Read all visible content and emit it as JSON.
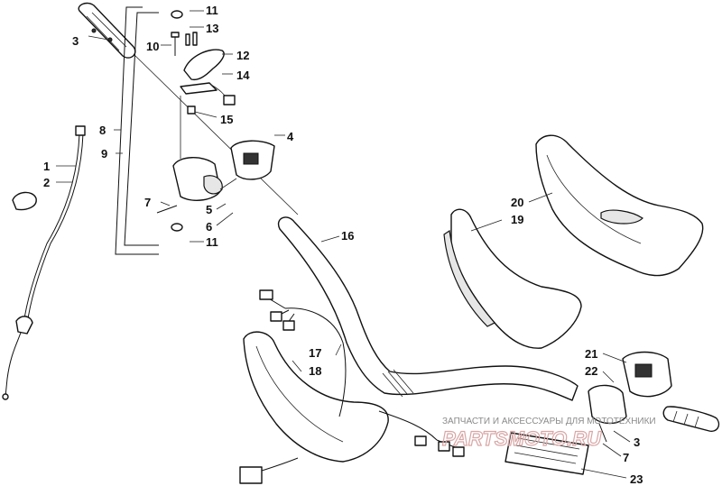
{
  "callouts": [
    {
      "id": "c1",
      "text": "1"
    },
    {
      "id": "c2",
      "text": "2"
    },
    {
      "id": "c3a",
      "text": "3"
    },
    {
      "id": "c3b",
      "text": "3"
    },
    {
      "id": "c4",
      "text": "4"
    },
    {
      "id": "c5",
      "text": "5"
    },
    {
      "id": "c6",
      "text": "6"
    },
    {
      "id": "c7a",
      "text": "7"
    },
    {
      "id": "c7b",
      "text": "7"
    },
    {
      "id": "c8",
      "text": "8"
    },
    {
      "id": "c9",
      "text": "9"
    },
    {
      "id": "c10",
      "text": "10"
    },
    {
      "id": "c11a",
      "text": "11"
    },
    {
      "id": "c11b",
      "text": "11"
    },
    {
      "id": "c12",
      "text": "12"
    },
    {
      "id": "c13",
      "text": "13"
    },
    {
      "id": "c14",
      "text": "14"
    },
    {
      "id": "c15",
      "text": "15"
    },
    {
      "id": "c16",
      "text": "16"
    },
    {
      "id": "c17",
      "text": "17"
    },
    {
      "id": "c18",
      "text": "18"
    },
    {
      "id": "c19",
      "text": "19"
    },
    {
      "id": "c20",
      "text": "20"
    },
    {
      "id": "c21",
      "text": "21"
    },
    {
      "id": "c22",
      "text": "22"
    },
    {
      "id": "c23",
      "text": "23"
    }
  ],
  "watermark": {
    "caption": "ЗАПЧАСТИ И АКСЕССУАРЫ ДЛЯ МОТОТЕХНИКИ",
    "logo": "PARTSMOTO.RU"
  },
  "colors": {
    "ink": "#111111",
    "watermark_text": "#8a8a8a",
    "watermark_logo": "#d9a6a6"
  }
}
